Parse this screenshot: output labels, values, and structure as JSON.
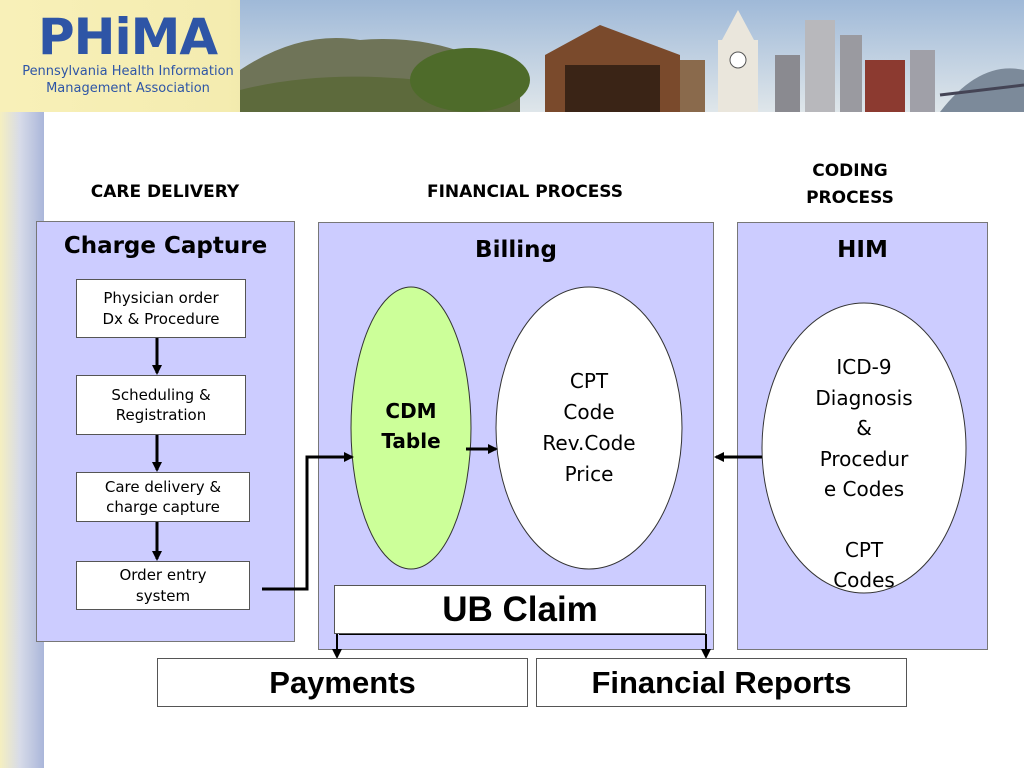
{
  "header": {
    "logo": "PHiMA",
    "org_line1": "Pennsylvania Health Information",
    "org_line2": "Management Association"
  },
  "columns": {
    "care_delivery": "CARE DELIVERY",
    "financial_process": "FINANCIAL PROCESS",
    "coding_process_line1": "CODING",
    "coding_process_line2": "PROCESS"
  },
  "charge_capture": {
    "title": "Charge Capture",
    "steps": [
      {
        "line1": "Physician order",
        "line2": "Dx & Procedure"
      },
      {
        "line1": "Scheduling &",
        "line2": "Registration"
      },
      {
        "line1": "Care delivery &",
        "line2": "charge capture"
      },
      {
        "line1": "Order entry",
        "line2": "system"
      }
    ]
  },
  "billing": {
    "title": "Billing",
    "cdm_line1": "CDM",
    "cdm_line2": "Table",
    "cpt_lines": [
      "CPT",
      "Code",
      "Rev.Code",
      "Price"
    ],
    "ub_claim": "UB Claim"
  },
  "him": {
    "title": "HIM",
    "lines": [
      "ICD-9",
      "Diagnosis",
      "&",
      "Procedur",
      "e Codes",
      "",
      "CPT",
      "Codes"
    ]
  },
  "outputs": {
    "payments": "Payments",
    "financial_reports": "Financial Reports"
  },
  "colors": {
    "panel_fill": "#ccccff",
    "cdm_fill": "#ccff99",
    "logo_blue": "#2e55a6"
  }
}
